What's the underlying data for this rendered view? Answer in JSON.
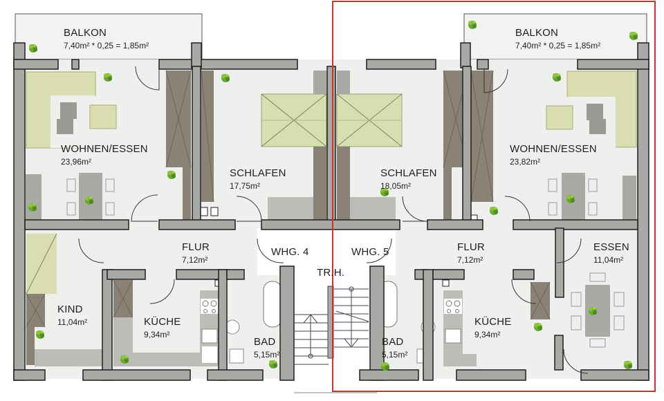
{
  "plan": {
    "type": "floor-plan",
    "selection_color": "#d62c2c",
    "wall_color": "#a9aaa6",
    "wall_outline": "#1e1e1e",
    "floor_color": "#eef0ee",
    "wardrobe_color": "#8a8275",
    "soft_green": "#d9ddb0",
    "plant_color": "#6aa82e"
  },
  "stair": {
    "label": "TR.H."
  },
  "apartments": [
    {
      "id": "whg4",
      "label": "WHG. 4",
      "selected": false,
      "rooms": {
        "balkon": {
          "name": "BALKON",
          "area": "7,40m² * 0,25 = 1,85m²"
        },
        "wohnen": {
          "name": "WOHNEN/ESSEN",
          "area": "23,96m²"
        },
        "schlafen": {
          "name": "SCHLAFEN",
          "area": "17,75m²"
        },
        "flur": {
          "name": "FLUR",
          "area": "7,12m²"
        },
        "kind": {
          "name": "KIND",
          "area": "11,04m²"
        },
        "kueche": {
          "name": "KÜCHE",
          "area": "9,34m²"
        },
        "bad": {
          "name": "BAD",
          "area": "5,15m²"
        }
      }
    },
    {
      "id": "whg5",
      "label": "WHG. 5",
      "selected": true,
      "rooms": {
        "balkon": {
          "name": "BALKON",
          "area": "7,40m² * 0,25 = 1,85m²"
        },
        "wohnen": {
          "name": "WOHNEN/ESSEN",
          "area": "23,82m²"
        },
        "schlafen": {
          "name": "SCHLAFEN",
          "area": "18,05m²"
        },
        "flur": {
          "name": "FLUR",
          "area": "7,12m²"
        },
        "essen": {
          "name": "ESSEN",
          "area": "11,04m²"
        },
        "kueche": {
          "name": "KÜCHE",
          "area": "9,34m²"
        },
        "bad": {
          "name": "BAD",
          "area": "5,15m²"
        }
      }
    }
  ]
}
